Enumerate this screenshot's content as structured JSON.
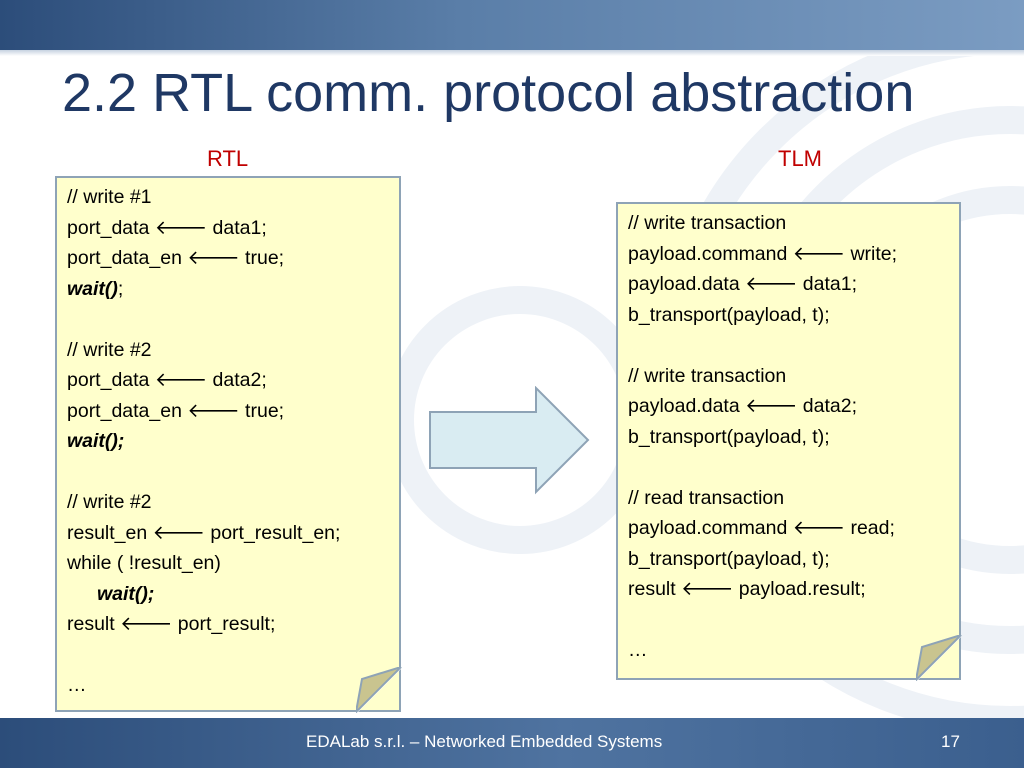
{
  "title": "2.2 RTL comm. protocol abstraction",
  "rtl": {
    "heading": "RTL",
    "lines": {
      "l1": "// write #1",
      "l2": "port_data 🡐 data1;",
      "l3": "port_data_en 🡐 true;",
      "l4a": "wait()",
      "l4b": ";",
      "l6": "// write #2",
      "l7": "port_data 🡐 data2;",
      "l8": "port_data_en 🡐 true;",
      "l9": "wait();",
      "l11": "// write #2",
      "l12": "result_en 🡐 port_result_en;",
      "l13": "while ( !result_en)",
      "l14": "wait();",
      "l15": "result 🡐 port_result;",
      "l17": "…"
    }
  },
  "tlm": {
    "heading": "TLM",
    "lines": {
      "l1": "// write transaction",
      "l2": "payload.command 🡐 write;",
      "l3": "payload.data 🡐 data1;",
      "l4": "b_transport(payload, t);",
      "l6": "// write transaction",
      "l7": "payload.data 🡐 data2;",
      "l8": "b_transport(payload, t);",
      "l10": "// read transaction",
      "l11": "payload.command 🡐 read;",
      "l12": "b_transport(payload, t);",
      "l13": "result 🡐 payload.result;",
      "l15": "…"
    }
  },
  "footer": {
    "text": "EDALab s.r.l. – Networked Embedded Systems",
    "page": "17"
  },
  "colors": {
    "title": "#1f3864",
    "heading": "#c00000",
    "box_fill": "#ffffcc",
    "box_border": "#8ea3b6",
    "arrow_fill": "#d9ecf2",
    "bar": "#2c4d7a"
  }
}
